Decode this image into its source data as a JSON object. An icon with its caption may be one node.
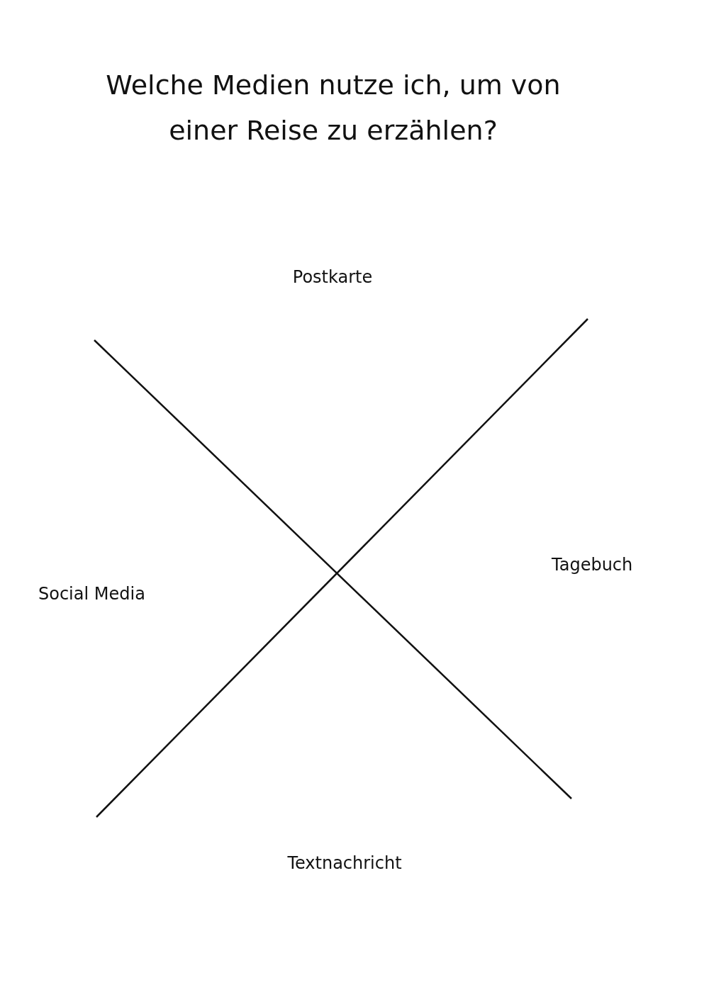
{
  "diagram": {
    "title": "Welche Medien nutze ich, um von einer Reise zu erzählen?",
    "labels": [
      "Postkarte",
      "Tagebuch",
      "Social Media",
      "Textnachricht"
    ]
  }
}
